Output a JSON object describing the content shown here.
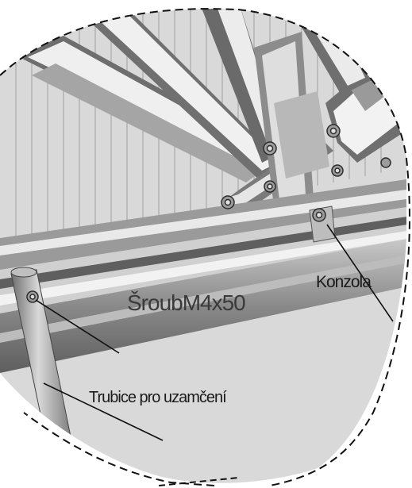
{
  "labels": {
    "screw": "ŠroubM4x50",
    "bracket": "Konzola",
    "tube": "Trubice pro uzamčení"
  },
  "colors": {
    "line": "#111111",
    "steel_light": "#e8e8e8",
    "steel_mid": "#b5b5b5",
    "steel_dark": "#6f6f6f",
    "panel_background": "#dcdcdc"
  },
  "icons": [
    "bolt-icon"
  ]
}
